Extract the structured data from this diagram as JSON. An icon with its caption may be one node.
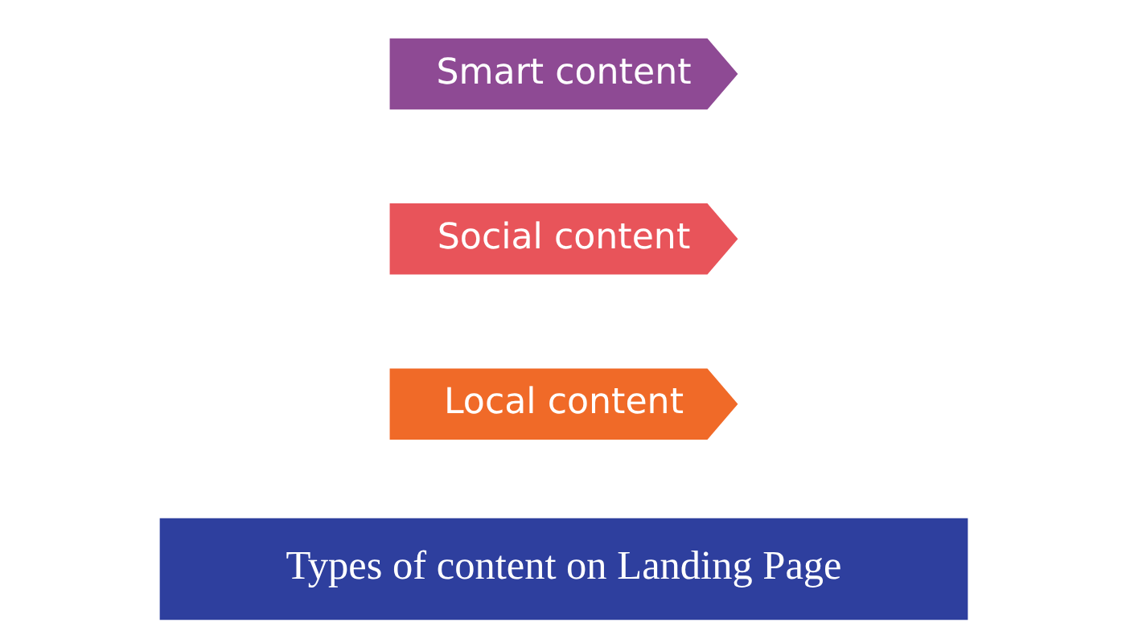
{
  "diagram": {
    "nodes": [
      {
        "text": [
          "Types of content on Landing Page"
        ]
      },
      {
        "text": [
          "Local content"
        ]
      },
      {
        "text": [
          "Social content"
        ]
      },
      {
        "text": [
          "Smart content"
        ]
      }
    ]
  }
}
